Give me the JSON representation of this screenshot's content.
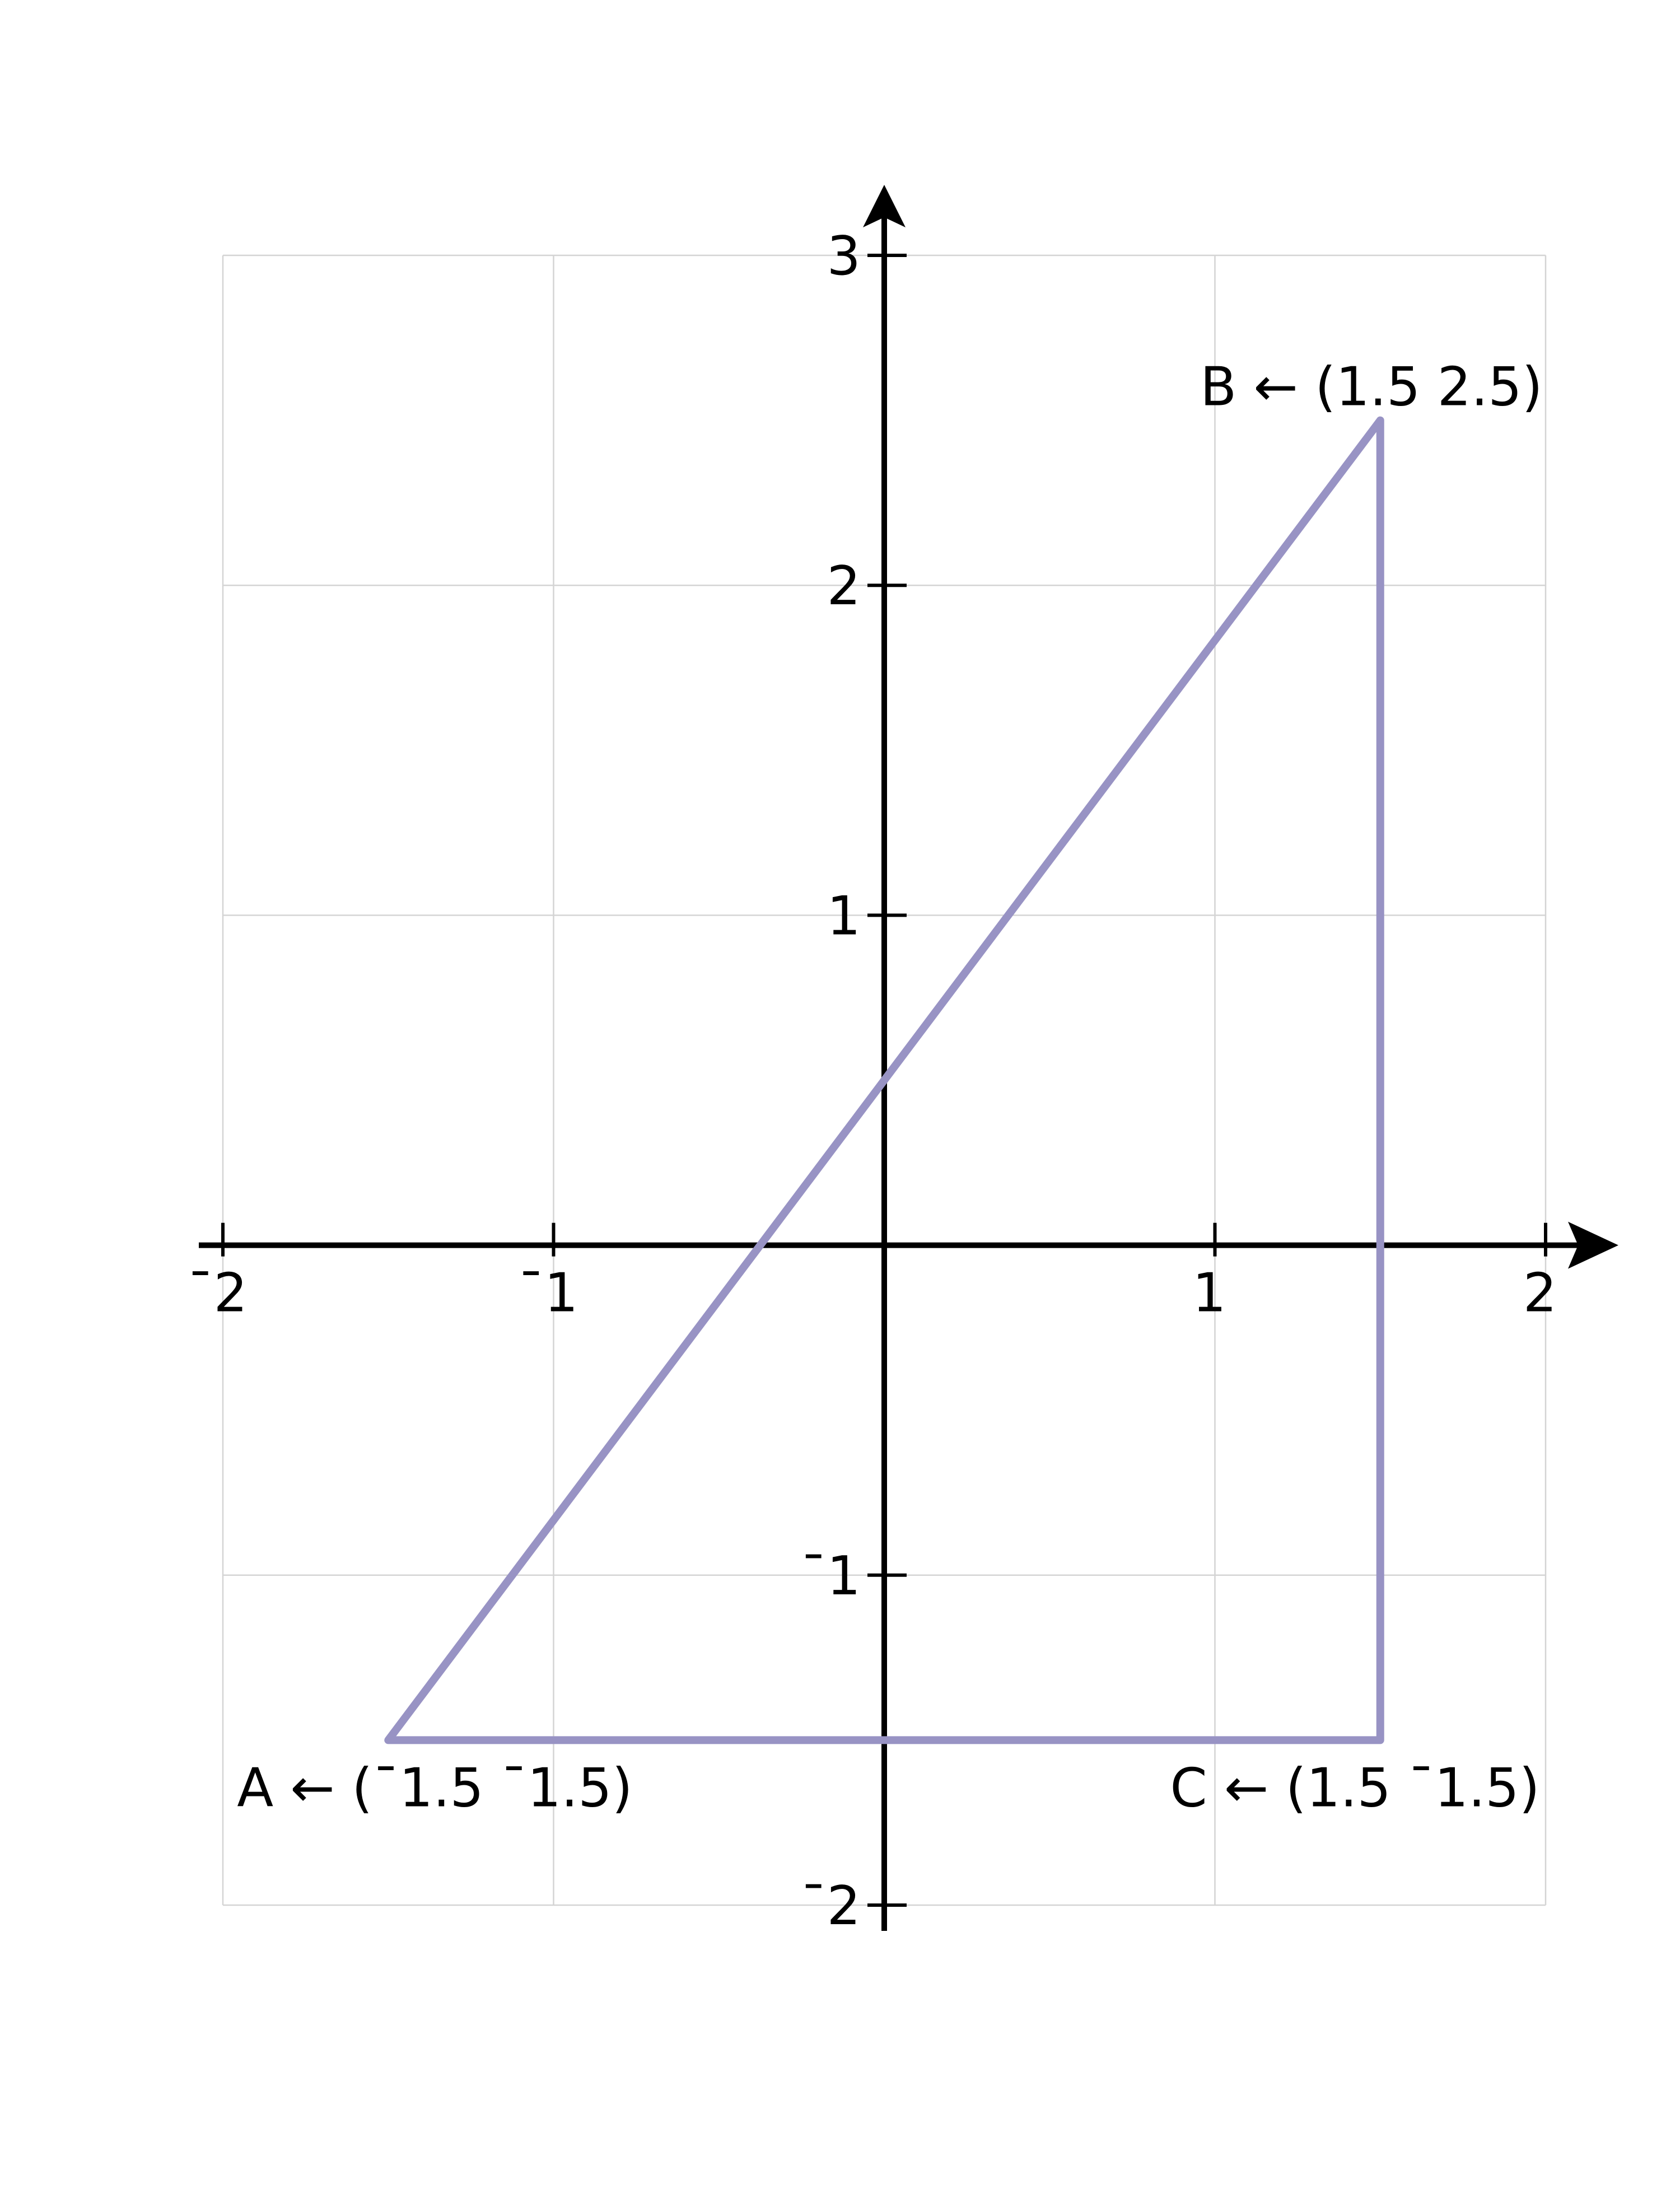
{
  "chart_data": {
    "type": "diagram",
    "xlim": [
      -2,
      2
    ],
    "ylim": [
      -2,
      3
    ],
    "grid": true,
    "x_ticks": [
      {
        "value": -2,
        "label": "¯2"
      },
      {
        "value": -1,
        "label": "¯1"
      },
      {
        "value": 1,
        "label": "1"
      },
      {
        "value": 2,
        "label": "2"
      }
    ],
    "y_ticks": [
      {
        "value": 3,
        "label": "3"
      },
      {
        "value": 2,
        "label": "2"
      },
      {
        "value": 1,
        "label": "1"
      },
      {
        "value": -1,
        "label": "¯1"
      },
      {
        "value": -2,
        "label": "¯2"
      }
    ],
    "points": [
      {
        "name": "A",
        "x": -1.5,
        "y": -1.5,
        "label": "A ← (¯1.5 ¯1.5)"
      },
      {
        "name": "B",
        "x": 1.5,
        "y": 2.5,
        "label": "B ← (1.5 2.5)"
      },
      {
        "name": "C",
        "x": 1.5,
        "y": -1.5,
        "label": "C ← (1.5 ¯1.5)"
      }
    ],
    "shape": {
      "type": "triangle",
      "vertices": [
        "A",
        "B",
        "C"
      ],
      "color": "#9893c4"
    },
    "axis_color": "#000000",
    "grid_color": "#d4d4d4"
  }
}
